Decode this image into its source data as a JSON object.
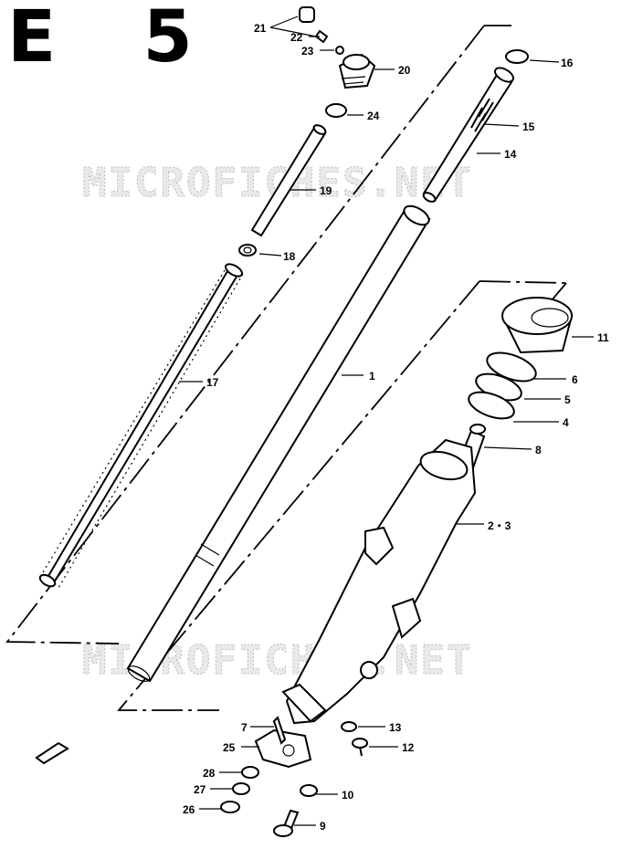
{
  "section_label": "E 5",
  "watermark": "MICROFICHES.NET",
  "callouts": [
    {
      "id": "c1",
      "text": "1"
    },
    {
      "id": "c23",
      "text": "2・3"
    },
    {
      "id": "c4",
      "text": "4"
    },
    {
      "id": "c5",
      "text": "5"
    },
    {
      "id": "c6",
      "text": "6"
    },
    {
      "id": "c7",
      "text": "7"
    },
    {
      "id": "c8",
      "text": "8"
    },
    {
      "id": "c9",
      "text": "9"
    },
    {
      "id": "c10",
      "text": "10"
    },
    {
      "id": "c11",
      "text": "11"
    },
    {
      "id": "c12",
      "text": "12"
    },
    {
      "id": "c13",
      "text": "13"
    },
    {
      "id": "c14",
      "text": "14"
    },
    {
      "id": "c15",
      "text": "15"
    },
    {
      "id": "c16",
      "text": "16"
    },
    {
      "id": "c17",
      "text": "17"
    },
    {
      "id": "c18",
      "text": "18"
    },
    {
      "id": "c19",
      "text": "19"
    },
    {
      "id": "c20",
      "text": "20"
    },
    {
      "id": "c21",
      "text": "21"
    },
    {
      "id": "c22",
      "text": "22"
    },
    {
      "id": "c23b",
      "text": "23"
    },
    {
      "id": "c24",
      "text": "24"
    },
    {
      "id": "c25",
      "text": "25"
    },
    {
      "id": "c26",
      "text": "26"
    },
    {
      "id": "c27",
      "text": "27"
    },
    {
      "id": "c28",
      "text": "28"
    }
  ]
}
